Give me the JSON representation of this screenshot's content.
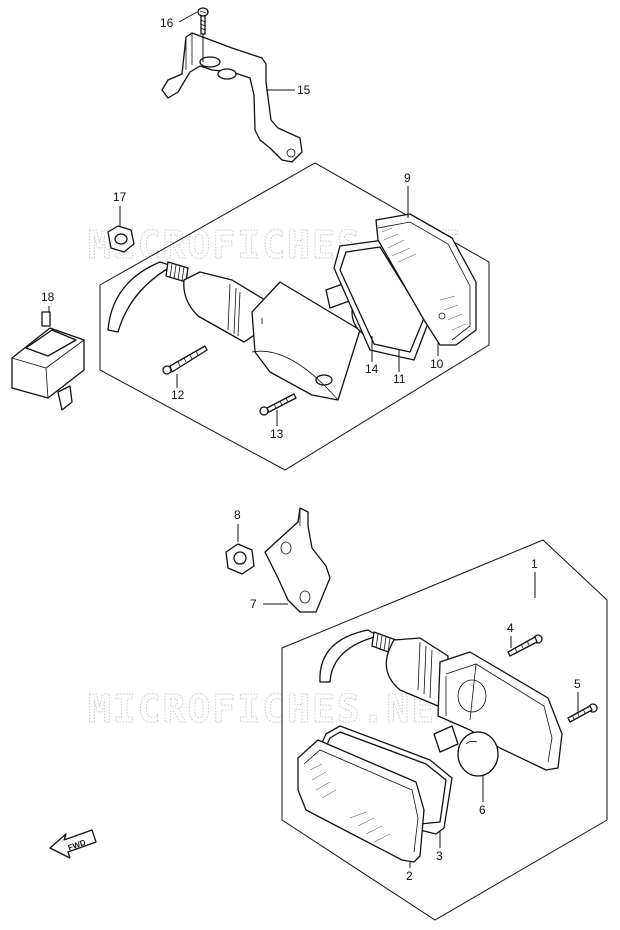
{
  "watermark": "MICROFICHES.NET",
  "fwd_label": "FWD",
  "callouts": {
    "p1": "1",
    "p2": "2",
    "p3": "3",
    "p4": "4",
    "p5": "5",
    "p6": "6",
    "p7": "7",
    "p8": "8",
    "p9": "9",
    "p10": "10",
    "p11": "11",
    "p12": "12",
    "p13": "13",
    "p14": "14",
    "p15": "15",
    "p16": "16",
    "p17": "17",
    "p18": "18"
  }
}
